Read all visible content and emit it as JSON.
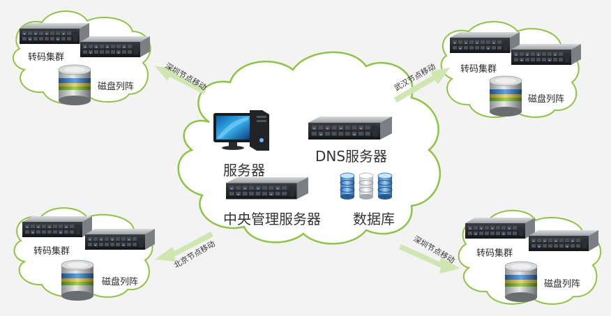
{
  "center": {
    "server_label": "服务器",
    "dns_label": "DNS服务器",
    "central_label": "中央管理服务器",
    "db_label": "数据库"
  },
  "nodes": [
    {
      "id": "top-left",
      "cluster_label": "转码集群",
      "disk_label": "磁盘列阵",
      "link_label": "深圳节点移动"
    },
    {
      "id": "top-right",
      "cluster_label": "转码集群",
      "disk_label": "磁盘列阵",
      "link_label": "武汉节点移动"
    },
    {
      "id": "bottom-left",
      "cluster_label": "转码集群",
      "disk_label": "磁盘列阵",
      "link_label": "北京节点移动"
    },
    {
      "id": "bottom-right",
      "cluster_label": "转码集群",
      "disk_label": "磁盘列阵",
      "link_label": "深圳节点移动"
    }
  ],
  "colors": {
    "cloud_stroke": "#8cc63e",
    "arrow": "#cfe6b0",
    "background": "#f3f3f3"
  }
}
